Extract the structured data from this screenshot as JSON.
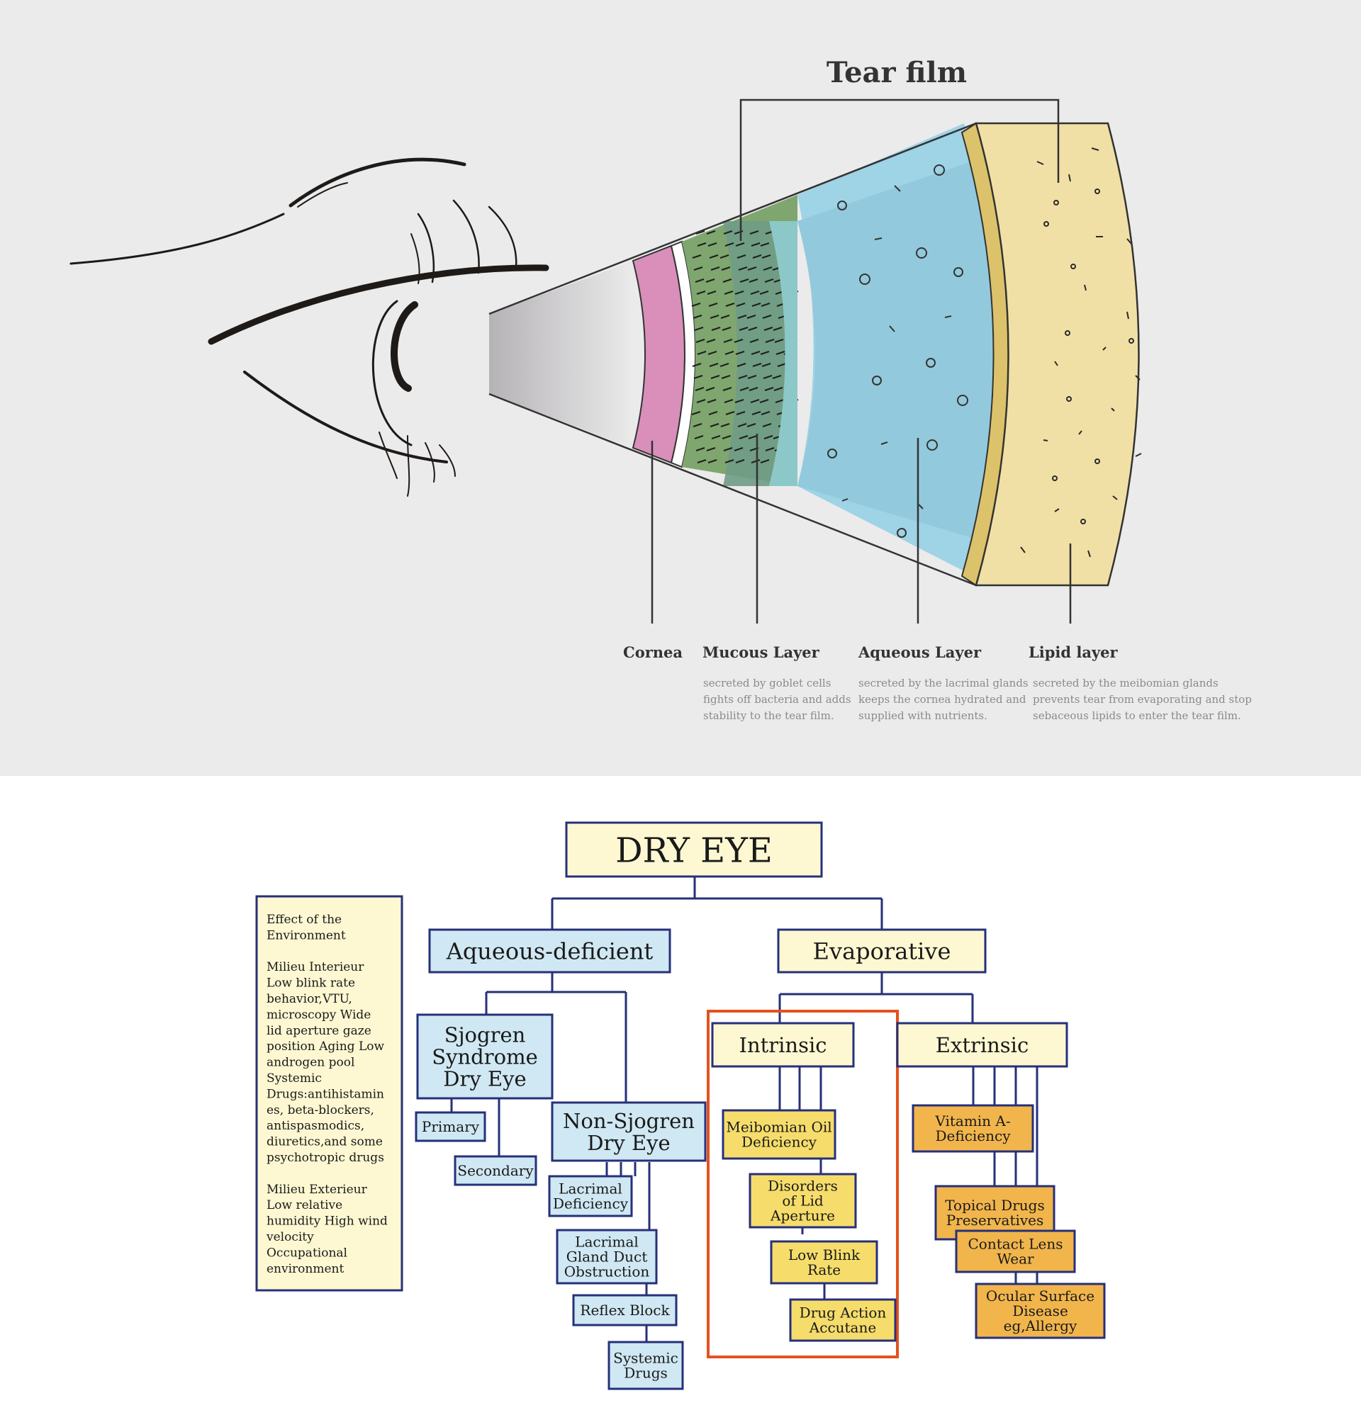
{
  "tear_film": {
    "title": "Tear film",
    "layers": [
      {
        "name": "Cornea",
        "desc": []
      },
      {
        "name": "Mucous Layer",
        "desc": [
          "secreted by goblet cells",
          "fights off bacteria and adds",
          "stability to the tear film."
        ]
      },
      {
        "name": "Aqueous Layer",
        "desc": [
          "secreted by the lacrimal glands",
          "keeps the cornea hydrated and",
          "supplied with nutrients."
        ]
      },
      {
        "name": "Lipid layer",
        "desc": [
          "secreted by the meibomian glands",
          "prevents tear from evaporating and stop",
          "sebaceous lipids to enter the tear film."
        ]
      }
    ],
    "colors": {
      "background": "#ebebeb",
      "cornea": "#d98fba",
      "mucous": "#7ea66e",
      "aqueous": "#9fd3e6",
      "lipid_band": "#dcc26a",
      "lipid": "#f1e0a6",
      "outline": "#333333"
    }
  },
  "dry_eye": {
    "root": "DRY EYE",
    "environment": {
      "lines": [
        "Effect of the",
        "Environment",
        "",
        "Milieu Interieur",
        "Low blink rate",
        "behavior,VTU,",
        "microscopy Wide",
        "lid aperture gaze",
        "position Aging Low",
        "androgen pool",
        "Systemic",
        "Drugs:antihistamin",
        "es, beta-blockers,",
        "antispasmodics,",
        "diuretics,and some",
        "psychotropic drugs",
        "",
        "Milieu Exterieur",
        "Low relative",
        "humidity High wind",
        "velocity",
        "Occupational",
        "environment"
      ]
    },
    "aqueous": {
      "label": "Aqueous-deficient",
      "sjogren": {
        "label": [
          "Sjogren",
          "Syndrome",
          "Dry Eye"
        ],
        "children": [
          "Primary",
          "Secondary"
        ]
      },
      "non_sjogren": {
        "label": [
          "Non-Sjogren",
          "Dry Eye"
        ],
        "children": [
          [
            "Lacrimal",
            "Deficiency"
          ],
          [
            "Lacrimal",
            "Gland Duct",
            "Obstruction"
          ],
          [
            "Reflex Block"
          ],
          [
            "Systemic",
            "Drugs"
          ]
        ]
      }
    },
    "evaporative": {
      "label": "Evaporative",
      "intrinsic": {
        "label": "Intrinsic",
        "children": [
          [
            "Meibomian Oil",
            "Deficiency"
          ],
          [
            "Disorders",
            "of Lid",
            "Aperture"
          ],
          [
            "Low Blink",
            "Rate"
          ],
          [
            "Drug Action",
            "Accutane"
          ]
        ]
      },
      "extrinsic": {
        "label": "Extrinsic",
        "children": [
          [
            "Vitamin A-",
            "Deficiency"
          ],
          [
            "Topical Drugs",
            "Preservatives"
          ],
          [
            "Contact Lens",
            "Wear"
          ],
          [
            "Ocular Surface",
            "Disease",
            "eg,Allergy"
          ]
        ]
      }
    },
    "colors": {
      "root_fill": "#fdf8d2",
      "blue_fill": "#cfe8f3",
      "yellow_fill": "#f6dd6b",
      "orange_fill": "#f1b54c",
      "border": "#26307a",
      "highlight": "#e4521e"
    }
  }
}
